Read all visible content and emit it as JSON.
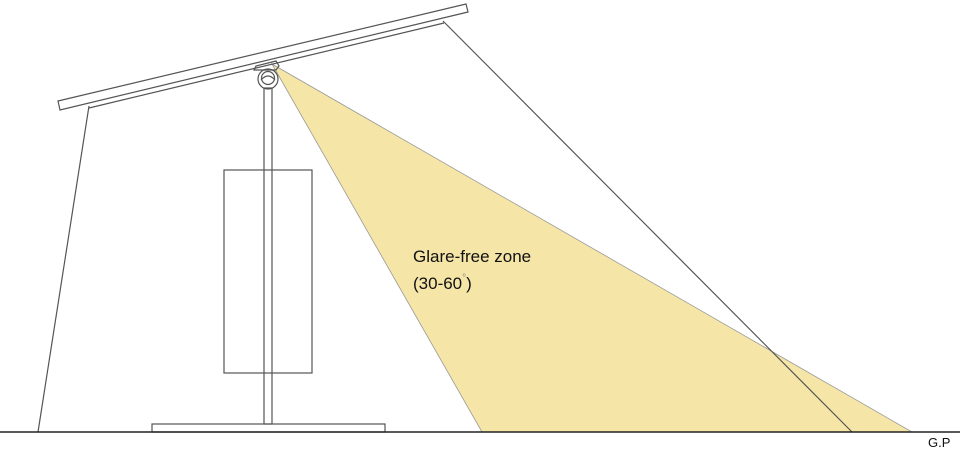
{
  "diagram": {
    "zone_label_line1": "Glare-free zone",
    "zone_label_line2": "(30-60",
    "zone_label_degree": "°",
    "zone_label_close": ")",
    "ground_label": "G.P",
    "colors": {
      "light_cone": "#f5e6a8",
      "lines": "#555555",
      "background": "#ffffff"
    }
  }
}
